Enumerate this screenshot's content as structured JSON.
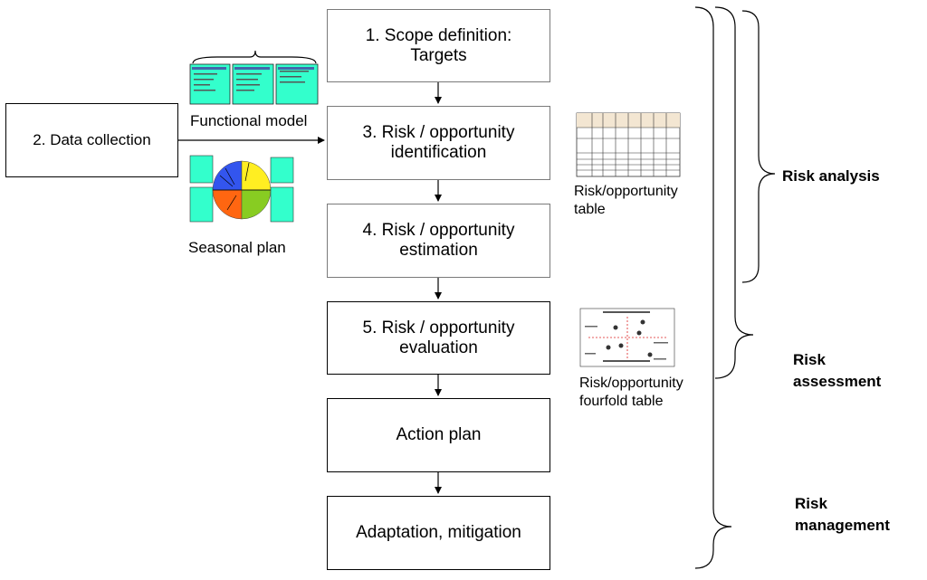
{
  "steps": {
    "scope": "1. Scope definition:\nTargets",
    "identification": "3. Risk / opportunity\nidentification",
    "estimation": "4. Risk / opportunity\nestimation",
    "evaluation": "5. Risk / opportunity\nevaluation",
    "action_plan": "Action plan",
    "adaptation": "Adaptation,  mitigation"
  },
  "data_collection": "2. Data collection",
  "side_labels": {
    "functional_model": "Functional model",
    "seasonal_plan": "Seasonal plan",
    "risk_table": "Risk/opportunity\n table",
    "fourfold_table": "Risk/opportunity\nfourfold table"
  },
  "brackets": {
    "risk_analysis": "Risk analysis",
    "risk_assessment": "Risk\nassessment",
    "risk_management": "Risk\nmanagement"
  },
  "colors": {
    "thumbnail_cyan": "#33ffcc",
    "pie_blue": "#3355ee",
    "pie_yellow": "#ffee22",
    "pie_orange": "#ff6611",
    "pie_green": "#88cc22"
  }
}
